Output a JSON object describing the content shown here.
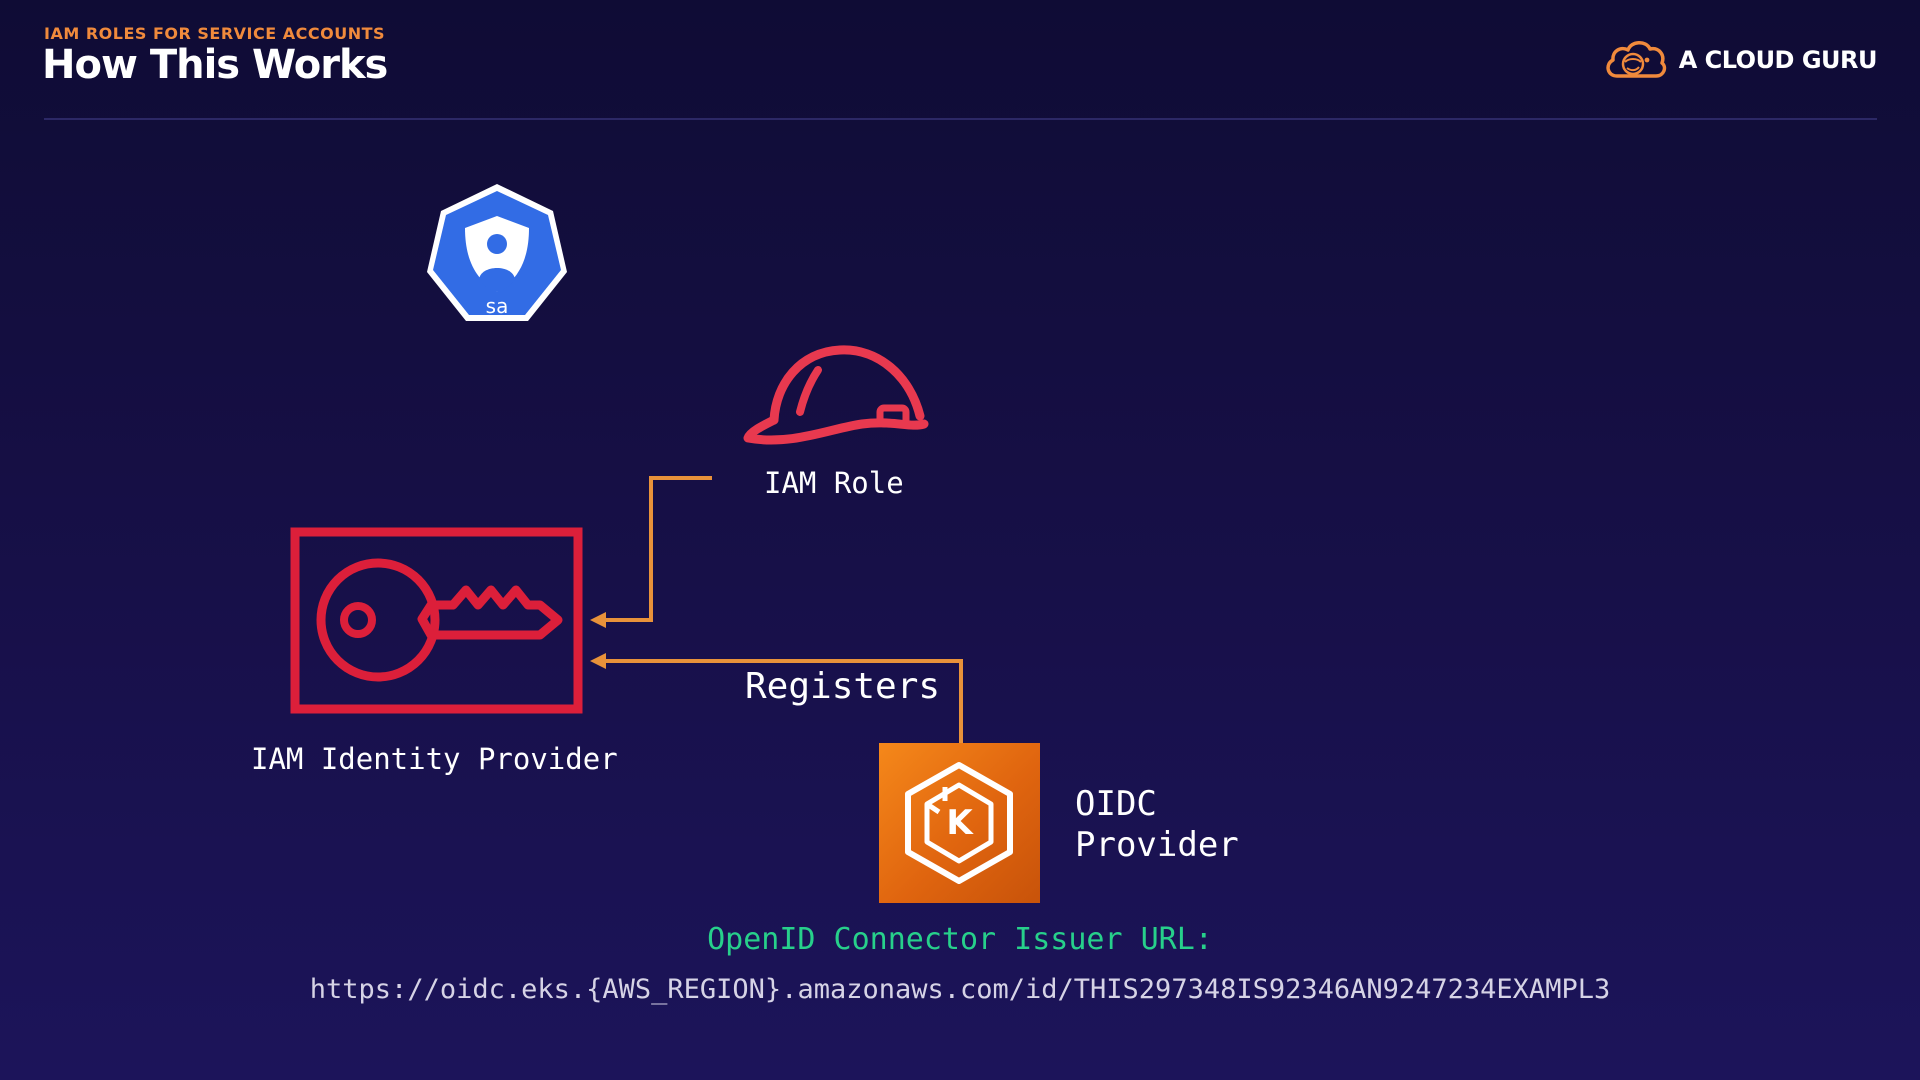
{
  "header": {
    "kicker": "IAM ROLES FOR SERVICE ACCOUNTS",
    "title": "How This Works",
    "brand": "A CLOUD GURU"
  },
  "diagram": {
    "service_account": {
      "icon": "kubernetes-service-account-icon",
      "badge": "sa"
    },
    "iam_role": {
      "icon": "hard-hat-icon",
      "label": "IAM Role"
    },
    "identity_provider": {
      "icon": "key-card-icon",
      "label": "IAM Identity Provider"
    },
    "oidc_provider": {
      "icon": "eks-kubernetes-icon",
      "badge": "K",
      "label_line1": "OIDC",
      "label_line2": "Provider"
    },
    "edges": [
      {
        "from": "IAM Role",
        "to": "IAM Identity Provider",
        "label": ""
      },
      {
        "from": "OIDC Provider",
        "to": "IAM Identity Provider",
        "label": "Registers"
      }
    ]
  },
  "footer": {
    "heading": "OpenID Connector Issuer URL:",
    "url": "https://oidc.eks.{AWS_REGION}.amazonaws.com/id/THIS297348IS92346AN9247234EXAMPL3"
  },
  "colors": {
    "accent_orange": "#f08a3c",
    "connector": "#e8923a",
    "iam_red": "#dc1f3a",
    "role_red": "#e8394f",
    "k8s_blue": "#326ce5",
    "url_green": "#27d08b"
  }
}
